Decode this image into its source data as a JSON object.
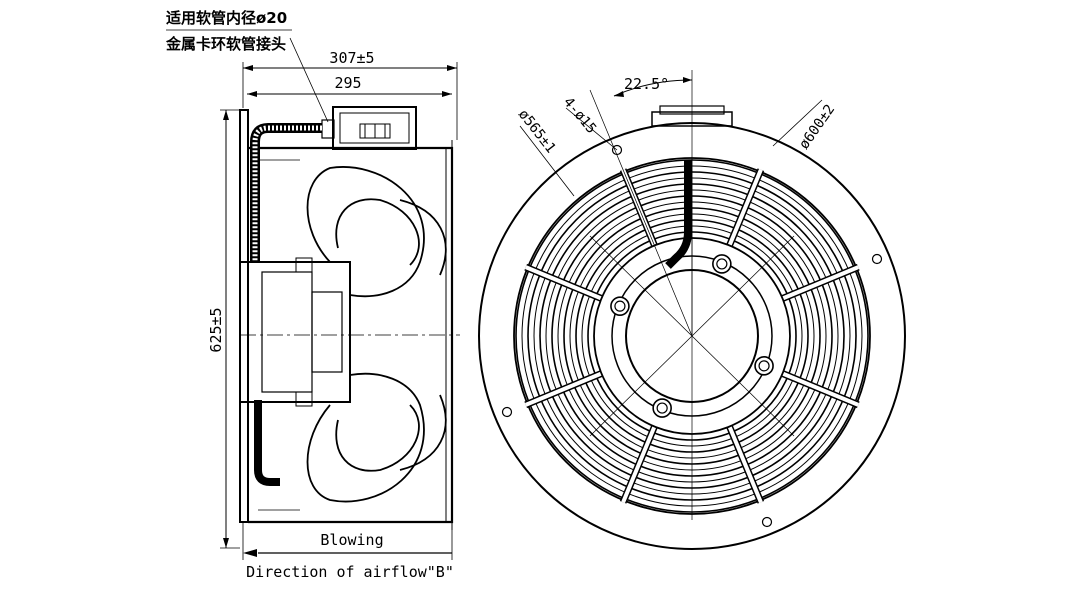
{
  "annotations": {
    "hose_fitting_line1": "适用软管内径ø20",
    "hose_fitting_line2": "金属卡环软管接头",
    "overall_width": "307±5",
    "body_width": "295",
    "height": "625±5",
    "blowing": "Blowing",
    "airflow_direction": "Direction of airflow\"B\"",
    "hole_angle": "22.5°",
    "holes": "4-ø15",
    "inner_diameter": "ø565±1",
    "outer_diameter": "ø600±2"
  },
  "colors": {
    "line": "#000000",
    "background": "#ffffff"
  }
}
